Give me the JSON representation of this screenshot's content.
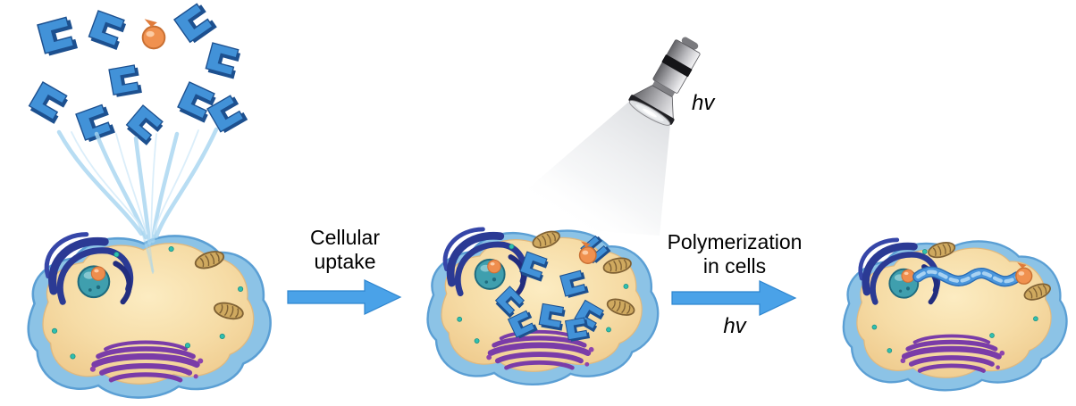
{
  "labels": {
    "uptake": {
      "line1": "Cellular",
      "line2": "uptake"
    },
    "polymerization": {
      "line1": "Polymerization",
      "line2": "in cells",
      "condition": "hv"
    },
    "lamp": {
      "hv": "hv"
    }
  },
  "colors": {
    "background": "#ffffff",
    "arrow_blue": "#4aa2e8",
    "membrane_blue": "#8cc3e6",
    "cytoplasm_cream": "#f6dca6",
    "monomer_blue": "#4292d8",
    "initiator_orange": "#f0914f",
    "er_navy": "#2b3a94",
    "nucleus_teal": "#3f9fae",
    "golgi_purple": "#7a3ca8",
    "mitochondrion_tan": "#cfa95f",
    "stream_blue": "#a6d5f0",
    "text_black": "#000000"
  },
  "icons": {
    "flashlight": "flashlight-icon",
    "light_beam": "light-beam",
    "monomer": "monomer-icon",
    "photoinitiator": "photoinitiator-icon",
    "cell": "cell-illustration",
    "nucleus": "nucleus-icon",
    "golgi": "golgi-icon",
    "mitochondrion": "mitochondrion-icon",
    "arrow": "right-arrow-icon"
  }
}
